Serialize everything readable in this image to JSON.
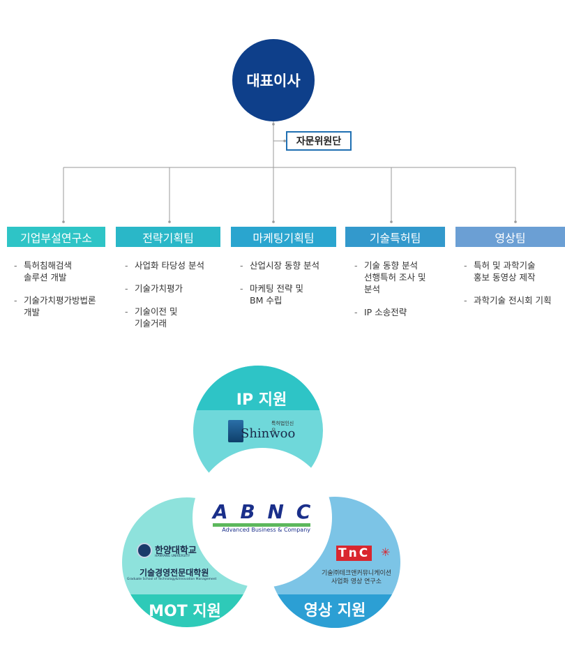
{
  "org_chart": {
    "ceo": "대표이사",
    "advisory": "자문위원단",
    "departments": [
      {
        "name": "기업부설연구소",
        "color": "#2ec4c6",
        "tasks": [
          "특허침해검색\n솔루션 개발",
          "기술가치평가방법론\n개발"
        ]
      },
      {
        "name": "전략기획팀",
        "color": "#2ab7c8",
        "tasks": [
          "사업화 타당성 분석",
          "기술가치평가",
          "기술이전 및\n기술거래"
        ]
      },
      {
        "name": "마케팅기획팀",
        "color": "#2aa5cf",
        "tasks": [
          "산업시장 동향 분석",
          "마케팅 전략 및\nBM 수립"
        ]
      },
      {
        "name": "기술특허팀",
        "color": "#3399cc",
        "tasks": [
          "기술 동향 분석\n선행특허 조사 및\n분석",
          "IP 소송전략"
        ]
      },
      {
        "name": "영상팀",
        "color": "#6b9fd4",
        "tasks": [
          "특허 및 과학기술\n홍보 동영상 제작",
          "과학기술 전시회 기획"
        ]
      }
    ]
  },
  "venn": {
    "ip_support": "IP 지원",
    "mot_support": "MOT 지원",
    "video_support": "영상 지원",
    "center_logo": {
      "letters": "A B N C",
      "tagline": "Advanced Business &  Company"
    },
    "shinwoo_logo": {
      "name": "Shinwoo",
      "korean": "특허법인신우"
    },
    "hanyang_logo": {
      "name": "한양대학교",
      "english": "HANYANG UNIVERSITY",
      "school": "기술경영전문대학원",
      "school_en": "Graduate School of Technology&Innovation Management"
    },
    "tnc_logo": {
      "name": "TnC",
      "line1": "기술㈜테크앤커뮤니케이션",
      "line2": "사업화 영상 연구소"
    },
    "colors": {
      "teal": "#2ec4c6",
      "light_teal": "#6fd8da",
      "mint": "#8ee2dc",
      "green_teal": "#2ecab8",
      "light_blue": "#7cc4e6",
      "blue": "#2c9fd4",
      "navy": "#0e3f8a",
      "red": "#d9262e"
    }
  }
}
